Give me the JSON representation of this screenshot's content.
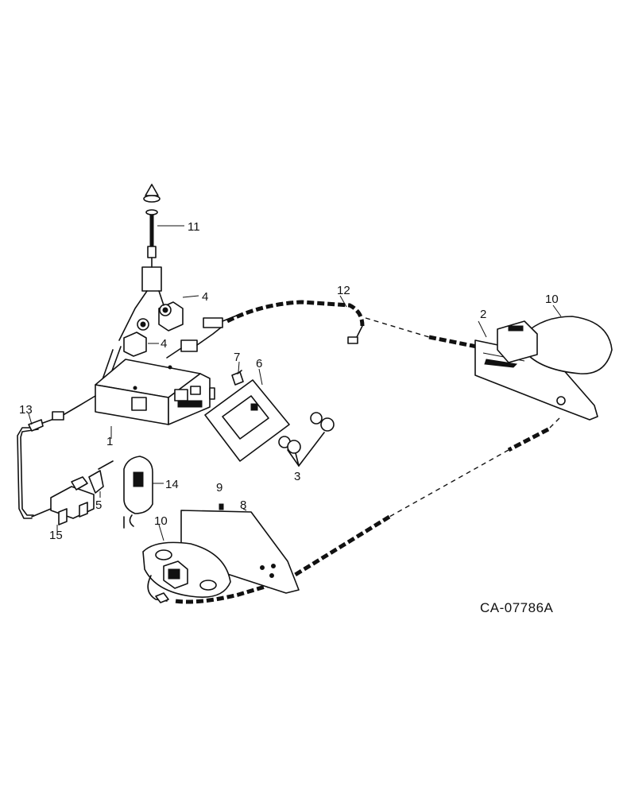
{
  "diagram_code": "CA-07786A",
  "callouts": [
    "1",
    "2",
    "3",
    "4",
    "4",
    "5",
    "6",
    "7",
    "8",
    "9",
    "10",
    "10",
    "11",
    "12",
    "13",
    "14",
    "15"
  ]
}
